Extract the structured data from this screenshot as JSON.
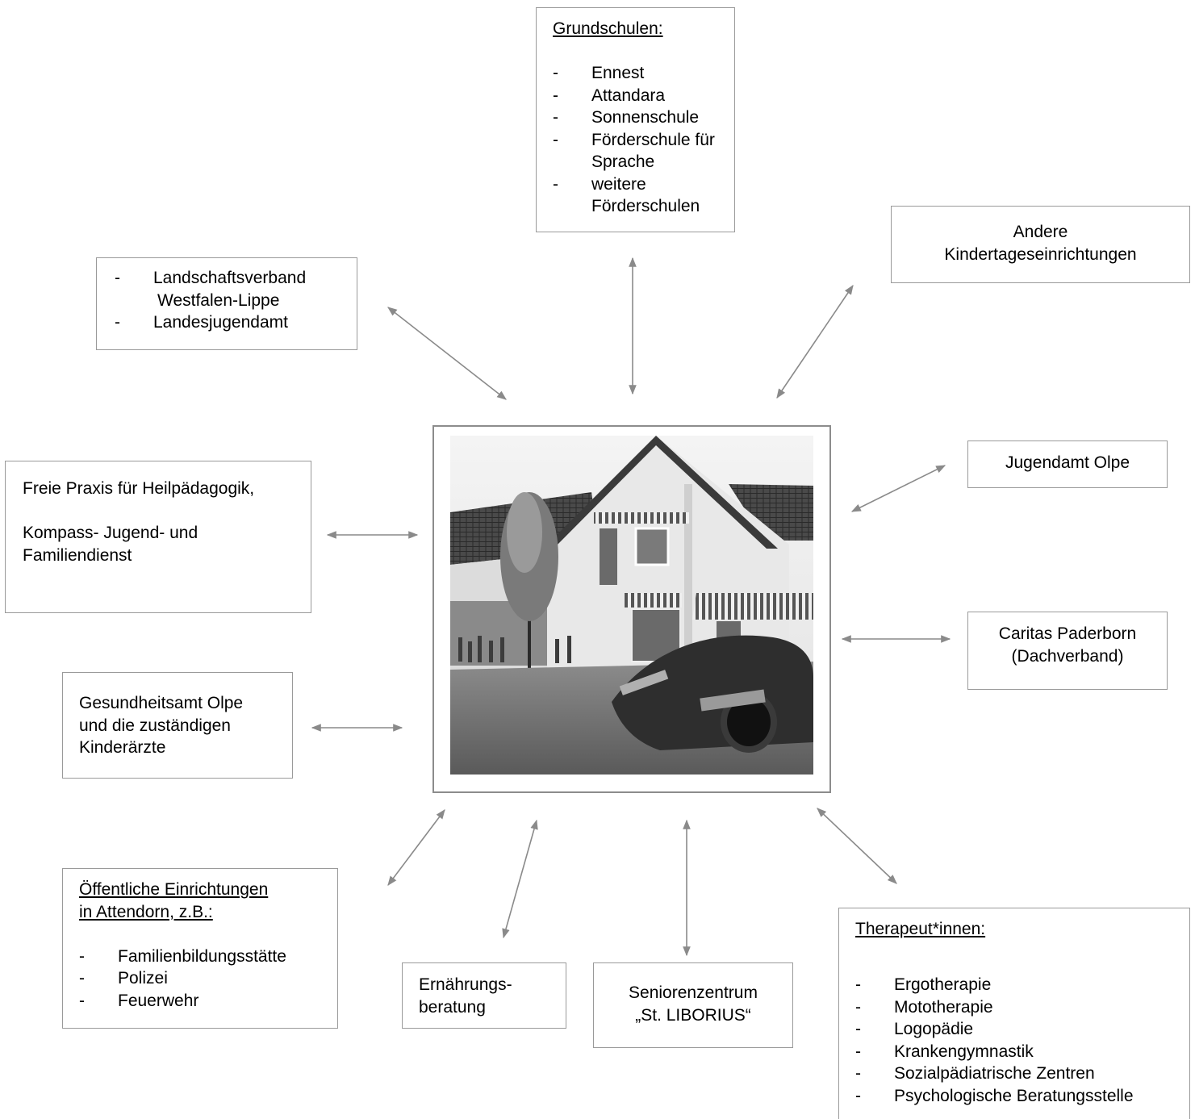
{
  "grundschulen": {
    "heading": "Grundschulen:",
    "items": [
      "Ennest",
      "Attandara",
      "Sonnenschule",
      "Förderschule für Sprache",
      "weitere Förderschulen"
    ]
  },
  "andere_kita": {
    "line1": "Andere",
    "line2": "Kindertageseinrichtungen"
  },
  "landschaftsverband": {
    "item1_line1": "Landschaftsverband",
    "item1_line2": "Westfalen-Lippe",
    "item2": "Landesjugendamt"
  },
  "jugendamt": {
    "label": "Jugendamt Olpe"
  },
  "freie_praxis": {
    "line1": "Freie Praxis für Heilpädagogik,",
    "line2": "Kompass- Jugend- und",
    "line3": "Familiendienst"
  },
  "caritas": {
    "line1": "Caritas Paderborn",
    "line2": "(Dachverband)"
  },
  "gesundheitsamt": {
    "line1": "Gesundheitsamt Olpe",
    "line2": "und die zuständigen",
    "line3": "Kinderärzte"
  },
  "oeffentliche": {
    "heading1": "Öffentliche Einrichtungen",
    "heading2": "in Attendorn, z.B.:",
    "items": [
      "Familienbildungsstätte",
      "Polizei",
      "Feuerwehr"
    ]
  },
  "ernaehrung": {
    "line1": "Ernährungs-",
    "line2": "beratung"
  },
  "seniorenzentrum": {
    "line1": "Seniorenzentrum",
    "line2": "„St. LIBORIUS“"
  },
  "therapeuten": {
    "heading": "Therapeut*innen:",
    "items": [
      "Ergotherapie",
      "Mototherapie",
      "Logopädie",
      "Krankengymnastik",
      "Sozialpädiatrische Zentren",
      "Psychologische Beratungsstelle"
    ]
  },
  "list_marker": "-",
  "colors": {
    "border": "#9a9a9a",
    "arrow": "#8a8a8a"
  }
}
